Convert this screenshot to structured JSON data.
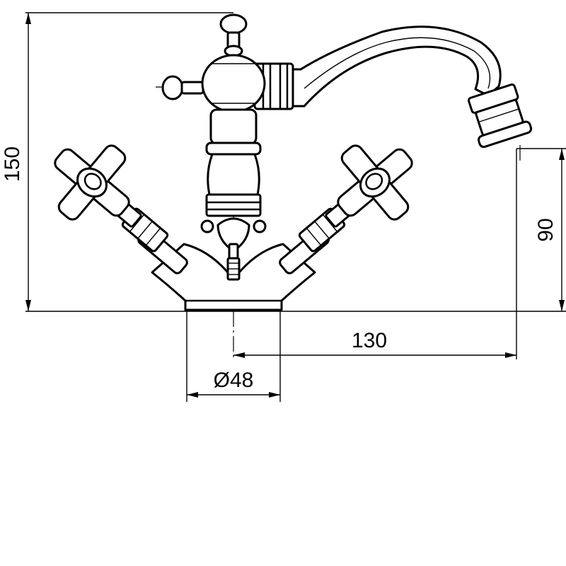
{
  "dimensions": {
    "total_height": "150",
    "spout_height": "90",
    "spout_reach": "130",
    "base_diameter": "Ø48"
  }
}
